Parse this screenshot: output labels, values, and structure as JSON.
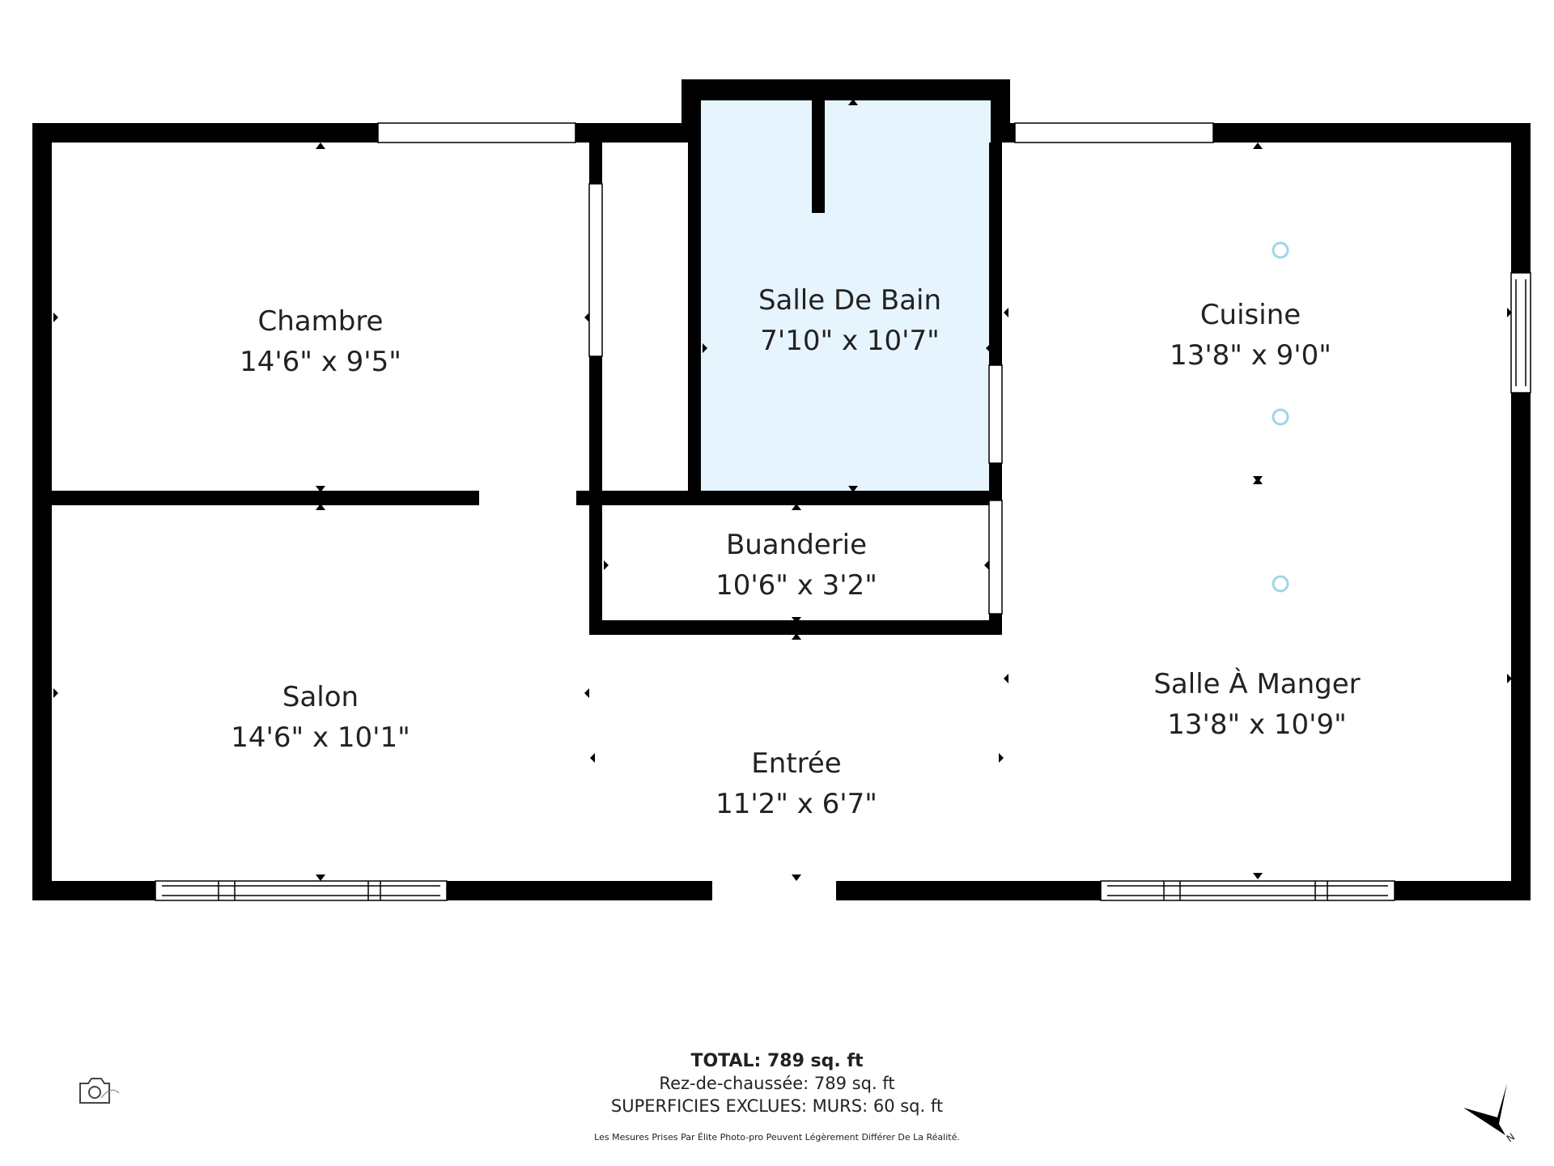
{
  "plan": {
    "rooms": [
      {
        "name": "Chambre",
        "dims": "14'6\" x 9'5\""
      },
      {
        "name": "Salle De Bain",
        "dims": "7'10\" x 10'7\""
      },
      {
        "name": "Cuisine",
        "dims": "13'8\" x 9'0\""
      },
      {
        "name": "Buanderie",
        "dims": "10'6\" x 3'2\""
      },
      {
        "name": "Salon",
        "dims": "14'6\" x 10'1\""
      },
      {
        "name": "Entrée",
        "dims": "11'2\" x 6'7\""
      },
      {
        "name": "Salle À Manger",
        "dims": "13'8\" x 10'9\""
      }
    ],
    "highlight_color": "#e6f4fd",
    "wall_color": "#000000"
  },
  "footer": {
    "total": "TOTAL: 789 sq. ft",
    "level": "Rez-de-chaussée: 789 sq. ft",
    "excluded": "SUPERFICIES EXCLUES: MURS: 60 sq. ft",
    "disclaimer": "Les Mesures Prises Par Élite Photo-pro Peuvent Légèrement Différer De La Réalité."
  },
  "compass": {
    "label": "N"
  },
  "logo": {
    "name": "camera-logo-icon"
  }
}
